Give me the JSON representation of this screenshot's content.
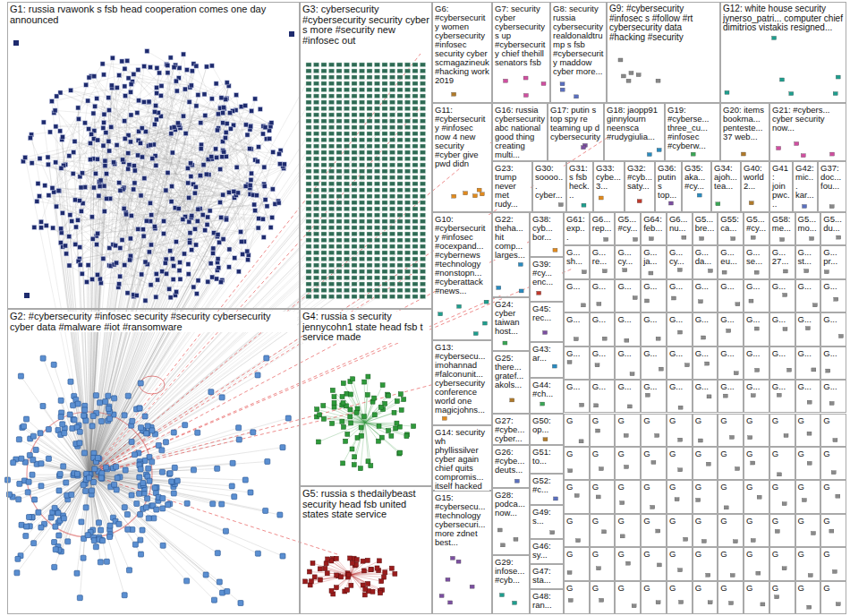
{
  "diagram": {
    "nodes": [
      {
        "text": [
          "G1: russia rvawonk s fsb head cooperation comes one day announced"
        ]
      },
      {
        "text": [
          "G2: #cybersecurity #infosec security #security cybersecurity cyber data #malware #iot #ransomware"
        ]
      },
      {
        "text": [
          "G3: cybersecurity #cybersecurity security cyber s more #security new #infosec out"
        ]
      },
      {
        "text": [
          "G4: russia s security jennycohn1 state head fsb t service made"
        ]
      },
      {
        "text": [
          "G5: russia s thedailybeast security head fsb united states state service"
        ]
      },
      {
        "text": [
          "G6: #cybersecurity women cybersecurity #infosec security cyber scmagazineuk #hacking work 2019"
        ]
      },
      {
        "text": [
          "G7: security cyber cybersecurity s up #cybersecurity chief thehill senators fsb"
        ]
      },
      {
        "text": [
          "G8: security russia cybersecurity realdonaldtrump s fsb #cybersecurity maddow cyber more..."
        ]
      },
      {
        "text": [
          "G9: #cybersecurity #infosec s #follow #rt cybersecurity data #hacking #security"
        ]
      },
      {
        "text": [
          "G12: white house security jynerso_patri... computer chief dimitrios vistakis resigned..."
        ]
      },
      {
        "text": [
          "G11: #cybersecurity #infosec now 4 new security #cyber give pwd didn"
        ]
      },
      {
        "text": [
          "G16: russia cybersecurity abc national good thing creating multi..."
        ]
      },
      {
        "text": [
          "G17: putin s top spy re teaming up d cybersecurity"
        ]
      },
      {
        "text": [
          "G18: jaopp91 ginnylourn neensca #rudygiulia..."
        ]
      },
      {
        "text": [
          "G19: #cyberse... three_cu... #infosec #cyberw..."
        ]
      },
      {
        "text": [
          "G20: items bookma... penteste... 37 web..."
        ]
      },
      {
        "text": [
          "G21: #cybers... cyber security now..."
        ]
      },
      {
        "text": [
          "G23: trump never met rudy..."
        ]
      },
      {
        "text": [
          "G30: soooo... cyber..."
        ]
      },
      {
        "text": [
          "G31: s fsb heck..."
        ]
      },
      {
        "text": [
          "G33: cybe... 3..."
        ]
      },
      {
        "text": [
          "G32: #cyb... saty..."
        ]
      },
      {
        "text": [
          "G36: putin s top..."
        ]
      },
      {
        "text": [
          "G35: aka... #cy..."
        ]
      },
      {
        "text": [
          "G34: ajoh... tea..."
        ]
      },
      {
        "text": [
          "G40: world 2..."
        ]
      },
      {
        "text": [
          "G41: join pwc..."
        ]
      },
      {
        "text": [
          "G42: mic... kar..."
        ]
      },
      {
        "text": [
          "G37: doc... fou..."
        ]
      },
      {
        "text": [
          "G10: #cybersecurity #infosec #ocexpand... #cybernews #technology #nonstopn... #cyberattack #news..."
        ]
      },
      {
        "text": [
          "G13: #cybersecu... imohannad #falconunit... cybersecurity conference world one magicjohns..."
        ]
      },
      {
        "text": [
          "G14: security wh phyllissilver cyber again chief quits compromis... itself hacked"
        ]
      },
      {
        "text": [
          "G15: #cybersecu... #technology cybersecuri... more zdnet best..."
        ]
      },
      {
        "text": [
          "G22: theha... hit comp... larges..."
        ]
      },
      {
        "text": [
          "G24: cyber taiwan host..."
        ]
      },
      {
        "text": [
          "G25: there... gratef... akols..."
        ]
      },
      {
        "text": [
          "G27: #cybe... cyber..."
        ]
      },
      {
        "text": [
          "G26: #cybe... deuts..."
        ]
      },
      {
        "text": [
          "G28: podca... now..."
        ]
      },
      {
        "text": [
          "G29: infose... #cyb..."
        ]
      },
      {
        "text": [
          "G38: cyb... bor..."
        ]
      },
      {
        "text": [
          "G39: #cy... enc..."
        ]
      },
      {
        "text": [
          "G45: rec..."
        ]
      },
      {
        "text": [
          "G43: ar..."
        ]
      },
      {
        "text": [
          "G44: #ch..."
        ]
      },
      {
        "text": [
          "G50: op..."
        ]
      },
      {
        "text": [
          "G51: to..."
        ]
      },
      {
        "text": [
          "G52: #c..."
        ]
      },
      {
        "text": [
          "G49: s..."
        ]
      },
      {
        "text": [
          "G46: sy..."
        ]
      },
      {
        "text": [
          "G47: sta..."
        ]
      },
      {
        "text": [
          "G48: ran..."
        ]
      },
      {
        "text": [
          "G61: exp..."
        ]
      },
      {
        "text": [
          "G6... rep..."
        ]
      },
      {
        "text": [
          "G5... #cy..."
        ]
      },
      {
        "text": [
          "G64: feb..."
        ]
      },
      {
        "text": [
          "G6... nu..."
        ]
      },
      {
        "text": [
          "G5... bre..."
        ]
      },
      {
        "text": [
          "G55: ca..."
        ]
      },
      {
        "text": [
          "G5... #cy..."
        ]
      },
      {
        "text": [
          "G58: me..."
        ]
      },
      {
        "text": [
          "G5... mo..."
        ]
      },
      {
        "text": [
          "G5... du..."
        ]
      },
      {
        "text": [
          "G... sh..."
        ]
      },
      {
        "text": [
          "G... re..."
        ]
      },
      {
        "text": [
          "G... cy..."
        ]
      },
      {
        "text": [
          "G... ja..."
        ]
      },
      {
        "text": [
          "G... cy..."
        ]
      },
      {
        "text": [
          "G... da..."
        ]
      },
      {
        "text": [
          "G... eu..."
        ]
      },
      {
        "text": [
          "G... se..."
        ]
      },
      {
        "text": [
          "G... 27..."
        ]
      },
      {
        "text": [
          "G... st..."
        ]
      },
      {
        "text": [
          "G... pr..."
        ]
      },
      {
        "text": [
          "G..."
        ]
      },
      {
        "text": [
          "G..."
        ]
      },
      {
        "text": [
          "G..."
        ]
      },
      {
        "text": [
          "G..."
        ]
      },
      {
        "text": [
          "G..."
        ]
      },
      {
        "text": [
          "G..."
        ]
      },
      {
        "text": [
          "G..."
        ]
      },
      {
        "text": [
          "G..."
        ]
      },
      {
        "text": [
          "G..."
        ]
      },
      {
        "text": [
          "G..."
        ]
      },
      {
        "text": [
          "G..."
        ]
      },
      {
        "text": [
          "G..."
        ]
      },
      {
        "text": [
          "G..."
        ]
      },
      {
        "text": [
          "G..."
        ]
      },
      {
        "text": [
          "G..."
        ]
      },
      {
        "text": [
          "G..."
        ]
      },
      {
        "text": [
          "G..."
        ]
      },
      {
        "text": [
          "G..."
        ]
      },
      {
        "text": [
          "G..."
        ]
      },
      {
        "text": [
          "G..."
        ]
      },
      {
        "text": [
          "G..."
        ]
      },
      {
        "text": [
          "G..."
        ]
      },
      {
        "text": [
          "G..."
        ]
      },
      {
        "text": [
          "G..."
        ]
      },
      {
        "text": [
          "G..."
        ]
      },
      {
        "text": [
          "G..."
        ]
      },
      {
        "text": [
          "G..."
        ]
      },
      {
        "text": [
          "G..."
        ]
      },
      {
        "text": [
          "G..."
        ]
      },
      {
        "text": [
          "G..."
        ]
      },
      {
        "text": [
          "G..."
        ]
      },
      {
        "text": [
          "G..."
        ]
      },
      {
        "text": [
          "G..."
        ]
      },
      {
        "text": [
          "G..."
        ]
      },
      {
        "text": [
          "G..."
        ]
      },
      {
        "text": [
          "G..."
        ]
      },
      {
        "text": [
          "G..."
        ]
      },
      {
        "text": [
          "G..."
        ]
      },
      {
        "text": [
          "G..."
        ]
      },
      {
        "text": [
          "G..."
        ]
      },
      {
        "text": [
          "G..."
        ]
      },
      {
        "text": [
          "G..."
        ]
      },
      {
        "text": [
          "G..."
        ]
      },
      {
        "text": [
          "G..."
        ]
      },
      {
        "text": [
          "G"
        ]
      },
      {
        "text": [
          "G"
        ]
      },
      {
        "text": [
          "G"
        ]
      },
      {
        "text": [
          "G"
        ]
      },
      {
        "text": [
          "G"
        ]
      },
      {
        "text": [
          "G"
        ]
      },
      {
        "text": [
          "G"
        ]
      },
      {
        "text": [
          "G"
        ]
      },
      {
        "text": [
          "G"
        ]
      },
      {
        "text": [
          "G"
        ]
      },
      {
        "text": [
          "G"
        ]
      },
      {
        "text": [
          "G"
        ]
      },
      {
        "text": [
          "G"
        ]
      },
      {
        "text": [
          "G"
        ]
      },
      {
        "text": [
          "G"
        ]
      },
      {
        "text": [
          "G"
        ]
      },
      {
        "text": [
          "G"
        ]
      },
      {
        "text": [
          "G"
        ]
      },
      {
        "text": [
          "G"
        ]
      },
      {
        "text": [
          "G"
        ]
      },
      {
        "text": [
          "G"
        ]
      },
      {
        "text": [
          "G"
        ]
      },
      {
        "text": [
          "G"
        ]
      },
      {
        "text": [
          "G"
        ]
      },
      {
        "text": [
          "G"
        ]
      },
      {
        "text": [
          "G"
        ]
      },
      {
        "text": [
          "G"
        ]
      },
      {
        "text": [
          "G"
        ]
      },
      {
        "text": [
          "G"
        ]
      },
      {
        "text": [
          "G"
        ]
      },
      {
        "text": [
          "G"
        ]
      },
      {
        "text": [
          "G"
        ]
      },
      {
        "text": [
          "G"
        ]
      },
      {
        "text": [
          "G"
        ]
      },
      {
        "text": [
          "G"
        ]
      },
      {
        "text": [
          "G"
        ]
      },
      {
        "text": [
          "G"
        ]
      },
      {
        "text": [
          "G"
        ]
      },
      {
        "text": [
          "G"
        ]
      },
      {
        "text": [
          "G"
        ]
      },
      {
        "text": [
          "G"
        ]
      },
      {
        "text": [
          "G"
        ]
      },
      {
        "text": [
          "G"
        ]
      },
      {
        "text": [
          "G"
        ]
      },
      {
        "text": [
          "G"
        ]
      },
      {
        "text": [
          "G"
        ]
      },
      {
        "text": [
          "G"
        ]
      },
      {
        "text": [
          "G"
        ]
      },
      {
        "text": [
          "G"
        ]
      },
      {
        "text": [
          "G"
        ]
      },
      {
        "text": [
          "G"
        ]
      },
      {
        "text": [
          "G"
        ]
      },
      {
        "text": [
          "G"
        ]
      },
      {
        "text": [
          "G"
        ]
      },
      {
        "text": [
          "G"
        ]
      },
      {
        "text": [
          "G"
        ]
      },
      {
        "text": [
          "G"
        ]
      },
      {
        "text": [
          "G"
        ]
      },
      {
        "text": [
          "G"
        ]
      },
      {
        "text": [
          "G"
        ]
      },
      {
        "text": [
          "G"
        ]
      },
      {
        "text": [
          "G"
        ]
      },
      {
        "text": [
          "G"
        ]
      },
      {
        "text": [
          "G"
        ]
      },
      {
        "text": [
          "G"
        ]
      },
      {
        "text": [
          "G"
        ]
      }
    ]
  }
}
